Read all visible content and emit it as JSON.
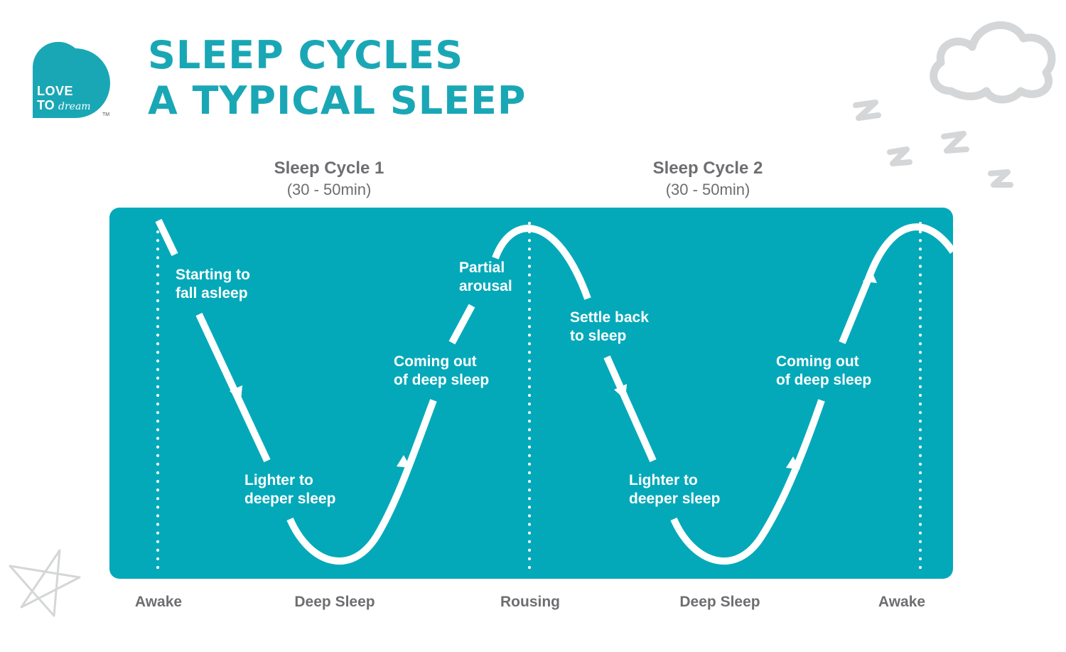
{
  "brand": {
    "line1": "LOVE",
    "line2": "TO",
    "script": "dream",
    "trademark": "TM",
    "color": "#1aa7b5"
  },
  "title": {
    "line1": "SLEEP CYCLES",
    "line2": "A TYPICAL SLEEP"
  },
  "cycles": [
    {
      "title": "Sleep Cycle 1",
      "duration": "(30 - 50min)"
    },
    {
      "title": "Sleep Cycle 2",
      "duration": "(30 - 50min)"
    }
  ],
  "stage_labels": [
    {
      "line1": "Starting to",
      "line2": "fall asleep"
    },
    {
      "line1": "Lighter to",
      "line2": "deeper sleep"
    },
    {
      "line1": "Coming out",
      "line2": "of deep sleep"
    },
    {
      "line1": "Partial",
      "line2": "arousal"
    },
    {
      "line1": "Settle back",
      "line2": "to sleep"
    },
    {
      "line1": "Lighter to",
      "line2": "deeper sleep"
    },
    {
      "line1": "Coming out",
      "line2": "of deep sleep"
    }
  ],
  "bottom_labels": [
    "Awake",
    "Deep Sleep",
    "Rousing",
    "Deep Sleep",
    "Awake"
  ],
  "colors": {
    "panel": "#04a9b9",
    "title": "#1aa7b5",
    "muted_text": "#6d6e71",
    "decoration": "#d4d6d8"
  },
  "decorations": [
    "cloud-icon",
    "zzz-icon",
    "star-icon"
  ]
}
